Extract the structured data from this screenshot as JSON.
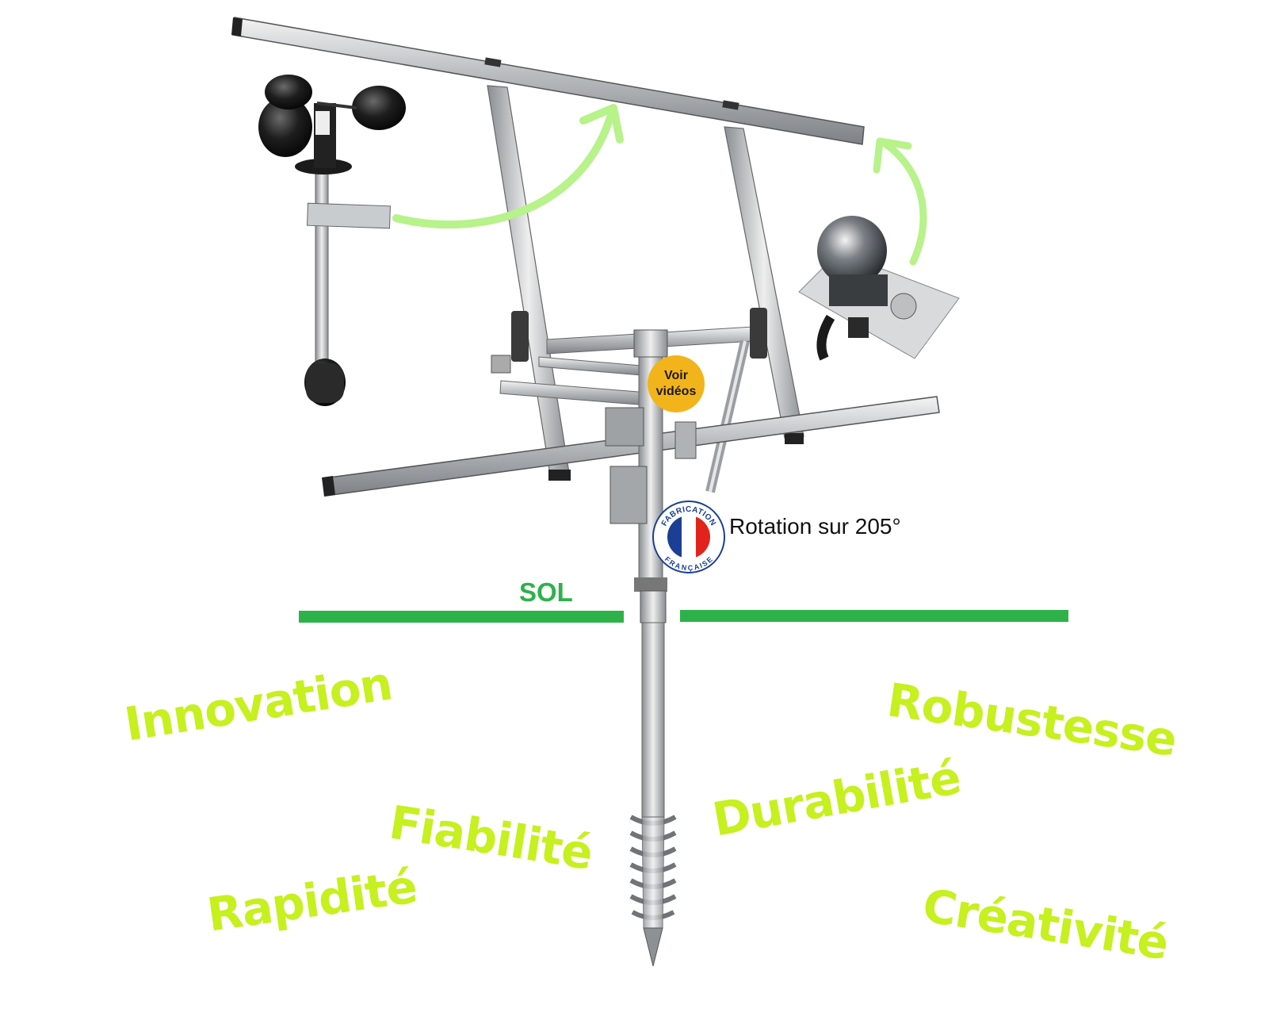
{
  "ground": {
    "label": "SOL",
    "line_color": "#2db24a"
  },
  "rotation": {
    "text": "Rotation sur 205°"
  },
  "video_button": {
    "line1": "Voir",
    "line2": "vidéos",
    "color": "#f2b41b"
  },
  "badge": {
    "top_text": "FABRICATION",
    "bottom_text": "FRANÇAISE",
    "colors": [
      "#1b3f94",
      "#ffffff",
      "#e1231b"
    ]
  },
  "values": {
    "innovation": "Innovation",
    "fiabilite": "Fiabilité",
    "rapidite": "Rapidité",
    "robustesse": "Robustesse",
    "durabilite": "Durabilité",
    "creativite": "Créativité",
    "color": "#c6f01e"
  },
  "arrows": {
    "color": "#b7f28a"
  },
  "icons": [
    "anemometer-icon",
    "sun-sensor-icon",
    "solar-tracker-frame",
    "ground-screw-pile"
  ]
}
